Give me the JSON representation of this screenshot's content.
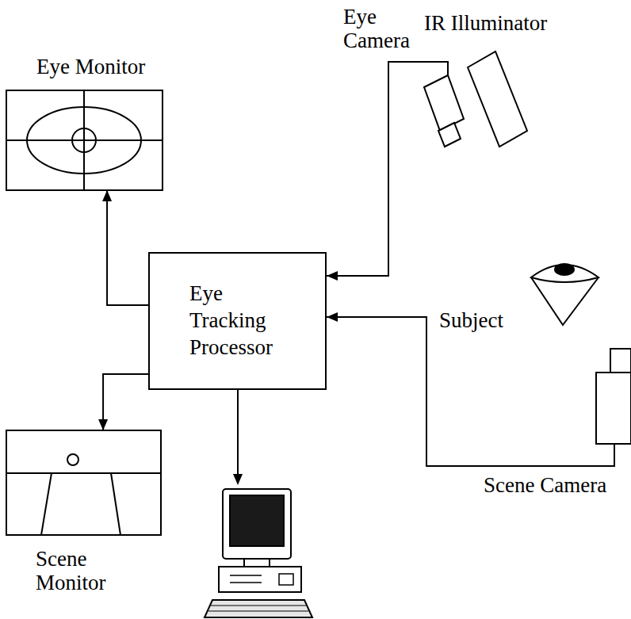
{
  "diagram": {
    "nodes": [
      {
        "text": [
          "Eye Monitor"
        ]
      },
      {
        "text": [
          "Eye Camera"
        ]
      },
      {
        "text": [
          "IR Illuminator"
        ]
      },
      {
        "text": [
          "Eye Tracking Processor"
        ]
      },
      {
        "text": [
          "Subject"
        ]
      },
      {
        "text": [
          "Scene Monitor"
        ]
      },
      {
        "text": [
          "Scene Camera"
        ]
      }
    ],
    "edges": [
      {
        "from": 1,
        "to": 3,
        "arrow": "to"
      },
      {
        "from": 3,
        "to": 0,
        "arrow": "to"
      },
      {
        "from": 6,
        "to": 3,
        "arrow": "to"
      },
      {
        "from": 3,
        "to": 5,
        "arrow": "to"
      }
    ]
  }
}
